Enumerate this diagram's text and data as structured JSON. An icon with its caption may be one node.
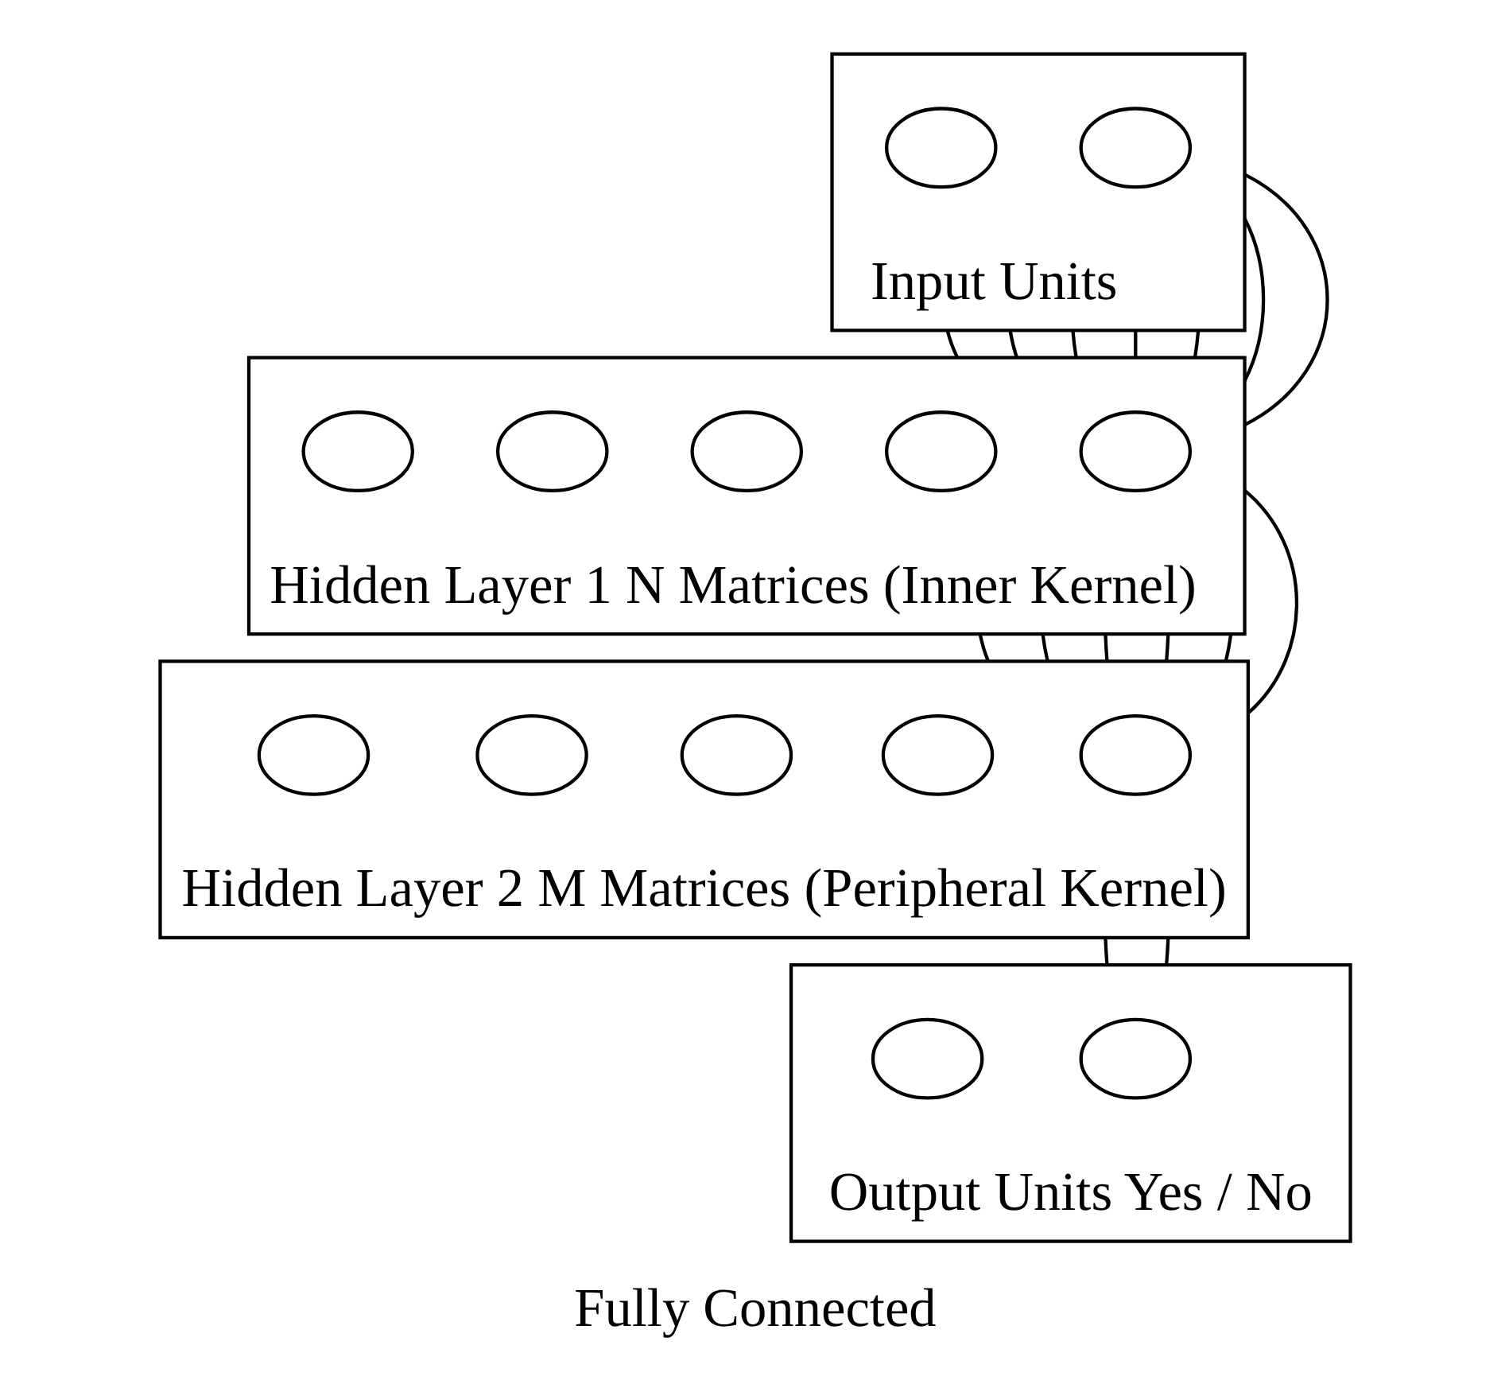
{
  "diagram": {
    "caption": "Fully Connected",
    "nodes": [
      {
        "text": [
          "Input Units"
        ]
      },
      {
        "text": [],
        "shape": "circle",
        "in": 0
      },
      {
        "text": [],
        "shape": "circle",
        "in": 0
      },
      {
        "text": [
          "Hidden Layer 1 N Matrices (Inner Kernel)"
        ]
      },
      {
        "text": [],
        "shape": "circle",
        "in": 3
      },
      {
        "text": [],
        "shape": "circle",
        "in": 3
      },
      {
        "text": [],
        "shape": "circle",
        "in": 3
      },
      {
        "text": [],
        "shape": "circle",
        "in": 3
      },
      {
        "text": [],
        "shape": "circle",
        "in": 3
      },
      {
        "text": [
          "Hidden Layer 2 M Matrices (Peripheral Kernel)"
        ]
      },
      {
        "text": [],
        "shape": "circle",
        "in": 9
      },
      {
        "text": [],
        "shape": "circle",
        "in": 9
      },
      {
        "text": [],
        "shape": "circle",
        "in": 9
      },
      {
        "text": [],
        "shape": "circle",
        "in": 9
      },
      {
        "text": [],
        "shape": "circle",
        "in": 9
      },
      {
        "text": [
          "Output Units Yes / No"
        ]
      },
      {
        "text": [],
        "shape": "circle",
        "in": 15
      },
      {
        "text": [],
        "shape": "circle",
        "in": 15
      }
    ],
    "edges": [
      {
        "from": 0,
        "to": 3,
        "arrow": "none"
      },
      {
        "from": 0,
        "to": 3,
        "arrow": "none"
      },
      {
        "from": 0,
        "to": 3,
        "arrow": "none"
      },
      {
        "from": 0,
        "to": 3,
        "arrow": "none"
      },
      {
        "from": 0,
        "to": 3,
        "arrow": "none"
      },
      {
        "from": 0,
        "to": 3,
        "arrow": "none"
      },
      {
        "from": 0,
        "to": 3,
        "arrow": "none"
      },
      {
        "from": 3,
        "to": 9,
        "arrow": "none"
      },
      {
        "from": 3,
        "to": 9,
        "arrow": "none"
      },
      {
        "from": 3,
        "to": 9,
        "arrow": "none"
      },
      {
        "from": 3,
        "to": 9,
        "arrow": "none"
      },
      {
        "from": 3,
        "to": 9,
        "arrow": "none"
      },
      {
        "from": 3,
        "to": 9,
        "arrow": "none"
      },
      {
        "from": 9,
        "to": 15,
        "arrow": "none"
      },
      {
        "from": 9,
        "to": 15,
        "arrow": "none"
      }
    ]
  }
}
